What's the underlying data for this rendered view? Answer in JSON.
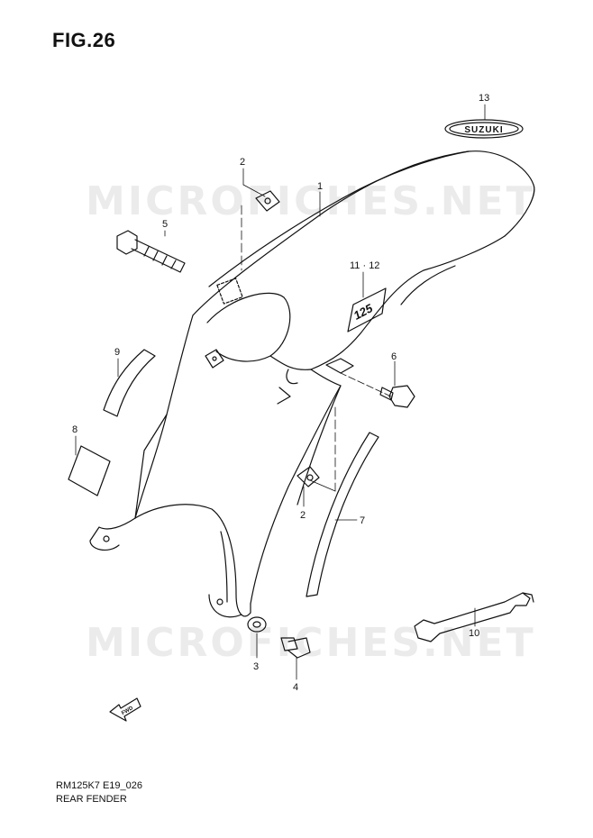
{
  "figure": {
    "title": "FIG.26"
  },
  "watermark": {
    "text": "MICROFICHES.NET"
  },
  "parts": [
    {
      "number": "1"
    },
    {
      "number": "2"
    },
    {
      "number": "2"
    },
    {
      "number": "3"
    },
    {
      "number": "4"
    },
    {
      "number": "5"
    },
    {
      "number": "6"
    },
    {
      "number": "7"
    },
    {
      "number": "8"
    },
    {
      "number": "9"
    },
    {
      "number": "10"
    },
    {
      "number": "11 · 12"
    },
    {
      "number": "13"
    }
  ],
  "decals": {
    "brand": "SUZUKI",
    "model": "125"
  },
  "direction_arrow": {
    "label": "FWD"
  },
  "footer": {
    "code": "RM125K7 E19_026",
    "name": "REAR FENDER"
  }
}
